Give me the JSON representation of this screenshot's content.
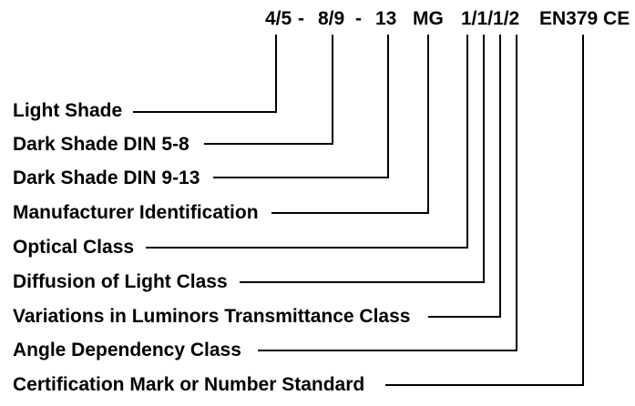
{
  "code_parts": [
    {
      "text": "4/5"
    },
    {
      "text": "-"
    },
    {
      "text": "8/9"
    },
    {
      "text": "-"
    },
    {
      "text": "13"
    },
    {
      "text": "MG"
    },
    {
      "text": "1/1/1/2"
    },
    {
      "text": "EN379 CE"
    }
  ],
  "labels": [
    {
      "text": "Light Shade"
    },
    {
      "text": "Dark Shade DIN 5-8"
    },
    {
      "text": "Dark Shade DIN 9-13"
    },
    {
      "text": "Manufacturer Identification"
    },
    {
      "text": "Optical Class"
    },
    {
      "text": "Diffusion of Light Class"
    },
    {
      "text": "Variations in Luminors Transmittance Class"
    },
    {
      "text": "Angle Dependency Class"
    },
    {
      "text": "Certification Mark or Number Standard"
    }
  ],
  "colors": {
    "text": "#000000",
    "lines": "#000000",
    "background": "#ffffff"
  }
}
